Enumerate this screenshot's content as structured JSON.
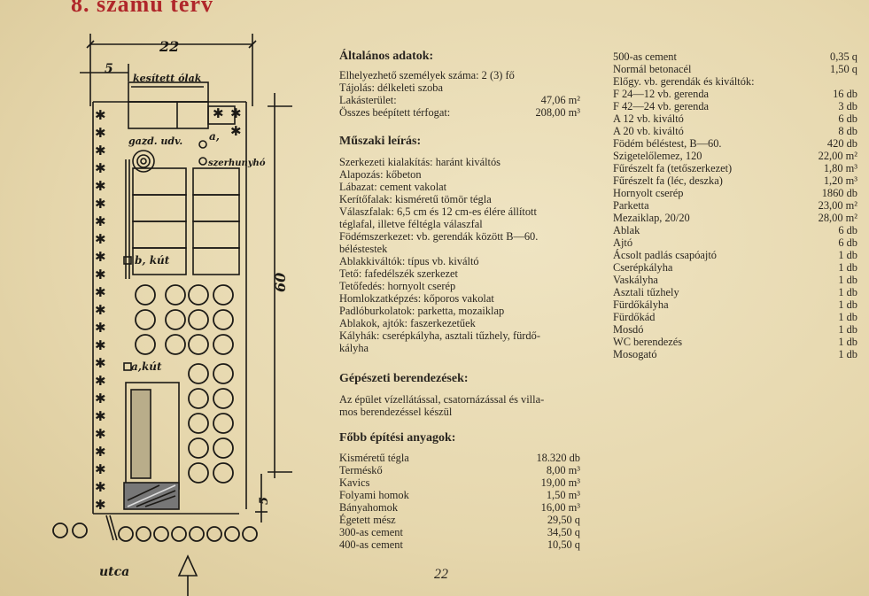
{
  "title": "8. számú terv",
  "page_number": "22",
  "plan": {
    "dim_width": "22",
    "dim_5_top": "5",
    "dim_length": "60",
    "dim_5_bottom": "5",
    "label_ol": "kesített ólak",
    "label_gazd": "gazd. udv.",
    "label_a_top": "a,",
    "label_szerkunyho": "szerhunyhó",
    "label_b_kut": "b, kút",
    "label_a_kut": "a,kút",
    "label_utca": "utca"
  },
  "general": {
    "heading": "Általános adatok:",
    "lines": [
      {
        "text": "Elhelyezhető személyek száma: 2 (3) fő",
        "value": ""
      },
      {
        "text": "Tájolás: délkeleti szoba",
        "value": ""
      },
      {
        "text": "Lakásterület:",
        "value": "47,06 m²"
      },
      {
        "text": "Összes beépített térfogat:",
        "value": "208,00 m³"
      }
    ]
  },
  "technical": {
    "heading": "Műszaki leírás:",
    "lines": [
      "Szerkezeti kialakítás: haránt kiváltós",
      "Alapozás: kőbeton",
      "Lábazat: cement vakolat",
      "Kerítőfalak: kisméretű tömör tégla",
      "Válaszfalak: 6,5 cm és 12 cm-es élére állított",
      "téglafal, illetve féltégla válaszfal",
      "Födémszerkezet: vb. gerendák között B—60.",
      "béléstestek",
      "Ablakkiváltók: típus vb. kiváltó",
      "Tető: fafedélszék szerkezet",
      "Tetőfedés: hornyolt cserép",
      "Homlokzatképzés: kőporos vakolat",
      "Padlóburkolatok: parketta, mozaiklap",
      "Ablakok, ajtók: faszerkezetűek",
      "Kályhák: cserépkályha, asztali tűzhely, fürdő-",
      "kályha"
    ]
  },
  "mechanical": {
    "heading": "Gépészeti berendezések:",
    "lines": [
      "Az épület vízellátással, csatornázással és villa-",
      "mos berendezéssel készül"
    ]
  },
  "materials": {
    "heading": "Főbb építési anyagok:",
    "items": [
      {
        "name": "Kisméretű tégla",
        "value": "18.320 db"
      },
      {
        "name": "Terméskő",
        "value": "8,00 m³"
      },
      {
        "name": "Kavics",
        "value": "19,00 m³"
      },
      {
        "name": "Folyami homok",
        "value": "1,50 m³"
      },
      {
        "name": "Bányahomok",
        "value": "16,00 m³"
      },
      {
        "name": "Égetett mész",
        "value": "29,50 q"
      },
      {
        "name": "300-as cement",
        "value": "34,50 q"
      },
      {
        "name": "400-as cement",
        "value": "10,50 q"
      }
    ]
  },
  "materials2": {
    "items": [
      {
        "name": "500-as cement",
        "value": "0,35 q"
      },
      {
        "name": "Normál betonacél",
        "value": "1,50 q"
      },
      {
        "name": "Előgy. vb. gerendák és kiváltók:",
        "value": ""
      },
      {
        "name": "F 24—12 vb. gerenda",
        "value": "16 db"
      },
      {
        "name": "F 42—24 vb. gerenda",
        "value": "3 db"
      },
      {
        "name": "A 12 vb. kiváltó",
        "value": "6 db"
      },
      {
        "name": "A 20 vb. kiváltó",
        "value": "8 db"
      },
      {
        "name": "Födém béléstest, B—60.",
        "value": "420 db"
      },
      {
        "name": "Szigetelőlemez, 120",
        "value": "22,00 m²"
      },
      {
        "name": "Fűrészelt fa (tetőszerkezet)",
        "value": "1,80 m³"
      },
      {
        "name": "Fűrészelt fa (léc, deszka)",
        "value": "1,20 m³"
      },
      {
        "name": "Hornyolt cserép",
        "value": "1860 db"
      },
      {
        "name": "Parketta",
        "value": "23,00 m²"
      },
      {
        "name": "Mezaiklap, 20/20",
        "value": "28,00 m²"
      },
      {
        "name": "Ablak",
        "value": "6 db"
      },
      {
        "name": "Ajtó",
        "value": "6 db"
      },
      {
        "name": "Ácsolt padlás csapóajtó",
        "value": "1 db"
      },
      {
        "name": "Cserépkályha",
        "value": "1 db"
      },
      {
        "name": "Vaskályha",
        "value": "1 db"
      },
      {
        "name": "Asztali tűzhely",
        "value": "1 db"
      },
      {
        "name": "Fürdőkályha",
        "value": "1 db"
      },
      {
        "name": "Fürdőkád",
        "value": "1 db"
      },
      {
        "name": "Mosdó",
        "value": "1 db"
      },
      {
        "name": "WC berendezés",
        "value": "1 db"
      },
      {
        "name": "Mosogató",
        "value": "1 db"
      }
    ]
  }
}
